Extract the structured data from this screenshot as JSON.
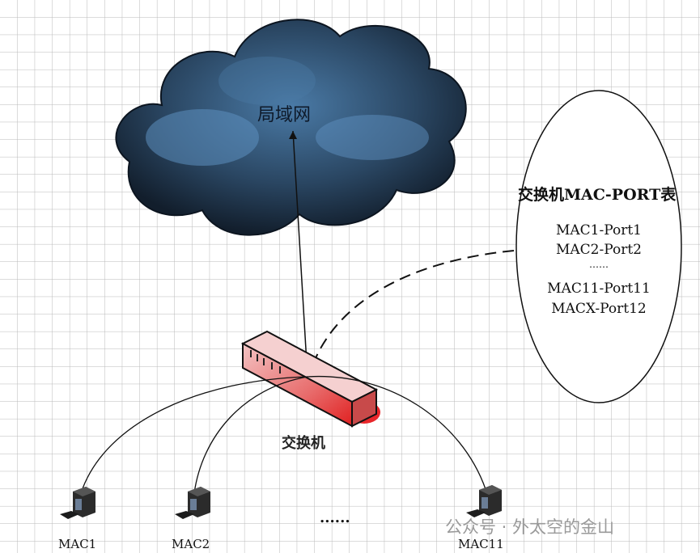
{
  "cloud": {
    "label": "局域网"
  },
  "mac_table": {
    "title": "交换机MAC-PORT表",
    "rows": [
      "MAC1-Port1",
      "MAC2-Port2",
      "……",
      "MAC11-Port11",
      "MACX-Port12"
    ]
  },
  "switch": {
    "label": "交换机",
    "color": "#e8262a"
  },
  "computers": [
    {
      "label": "MAC1"
    },
    {
      "label": "MAC2"
    },
    {
      "label": "MAC11"
    }
  ],
  "ellipsis": "......",
  "watermark": "公众号 · 外太空的金山"
}
